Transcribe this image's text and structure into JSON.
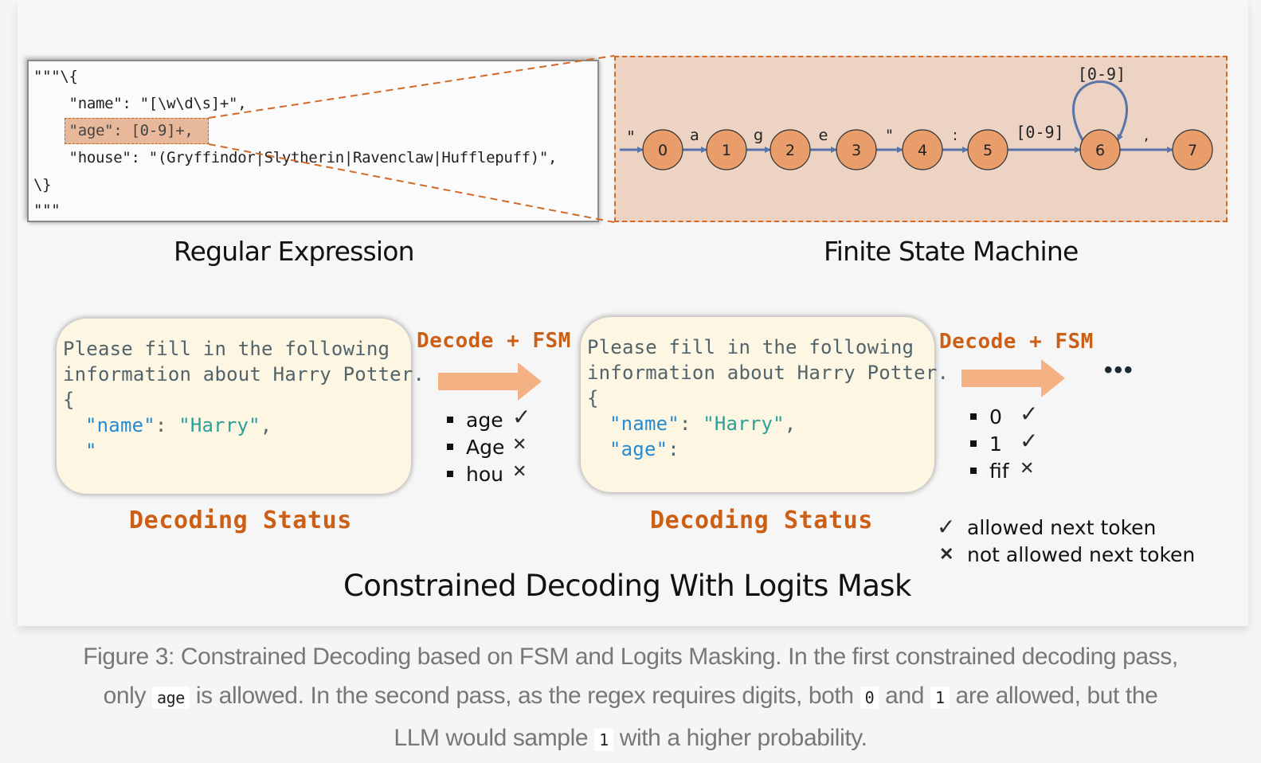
{
  "regex": {
    "lines": [
      "\"\"\"\\{",
      "    \"name\": \"[\\w\\d\\s]+\",",
      "    \"age\": [0-9]+,",
      "    \"house\": \"(Gryffindor|Slytherin|Ravenclaw|Hufflepuff)\",",
      "\\}",
      "\"\"\""
    ],
    "title": "Regular Expression"
  },
  "fsm": {
    "title": "Finite State Machine",
    "states": [
      "0",
      "1",
      "2",
      "3",
      "4",
      "5",
      "6",
      "7"
    ],
    "start_label": "\"",
    "transitions": [
      {
        "from": "0",
        "to": "1",
        "label": "a"
      },
      {
        "from": "1",
        "to": "2",
        "label": "g"
      },
      {
        "from": "2",
        "to": "3",
        "label": "e"
      },
      {
        "from": "3",
        "to": "4",
        "label": "\""
      },
      {
        "from": "4",
        "to": "5",
        "label": ":"
      },
      {
        "from": "5",
        "to": "6",
        "label": "[0-9]"
      },
      {
        "from": "6",
        "to": "6",
        "label": "[0-9]"
      },
      {
        "from": "6",
        "to": "7",
        "label": ","
      }
    ]
  },
  "decoding": {
    "pass1": {
      "prompt_line1": "Please fill in the following",
      "prompt_line2": "information about Harry Potter.",
      "brace": "{",
      "name_key": "\"name\"",
      "colon": ": ",
      "name_value": "\"Harry\"",
      "comma": ",",
      "partial": "\"",
      "label": "Decoding Status",
      "arrow_label": "Decode + FSM",
      "tokens": [
        {
          "text": "age",
          "allowed": true
        },
        {
          "text": "Age",
          "allowed": false
        },
        {
          "text": "hou",
          "allowed": false
        }
      ]
    },
    "pass2": {
      "prompt_line1": "Please fill in the following",
      "prompt_line2": "information about Harry Potter.",
      "brace": "{",
      "name_key": "\"name\"",
      "colon": ": ",
      "name_value": "\"Harry\"",
      "comma": ",",
      "age_key": "\"age\"",
      "age_colon": ":",
      "label": "Decoding Status",
      "arrow_label": "Decode + FSM",
      "tokens": [
        {
          "text": "0",
          "allowed": true
        },
        {
          "text": "1",
          "allowed": true
        },
        {
          "text": "fif",
          "allowed": false
        }
      ]
    },
    "ellipsis": "•••",
    "check_glyph": "✓",
    "cross_glyph": "✕"
  },
  "legend": {
    "allowed": "allowed next token",
    "not_allowed": "not allowed next token"
  },
  "main_title": "Constrained Decoding With Logits Mask",
  "caption": {
    "line1": "Figure 3: Constrained Decoding based on FSM and Logits Masking. In the first constrained decoding pass,",
    "line2_a": "only",
    "code_age": "age",
    "line2_b": "is allowed. In the second pass, as the regex requires digits, both",
    "code_0": "0",
    "line2_c": "and",
    "code_1": "1",
    "line2_d": "are allowed, but the",
    "line3_a": "LLM would sample",
    "code_1b": "1",
    "line3_b": "with a higher probability."
  }
}
